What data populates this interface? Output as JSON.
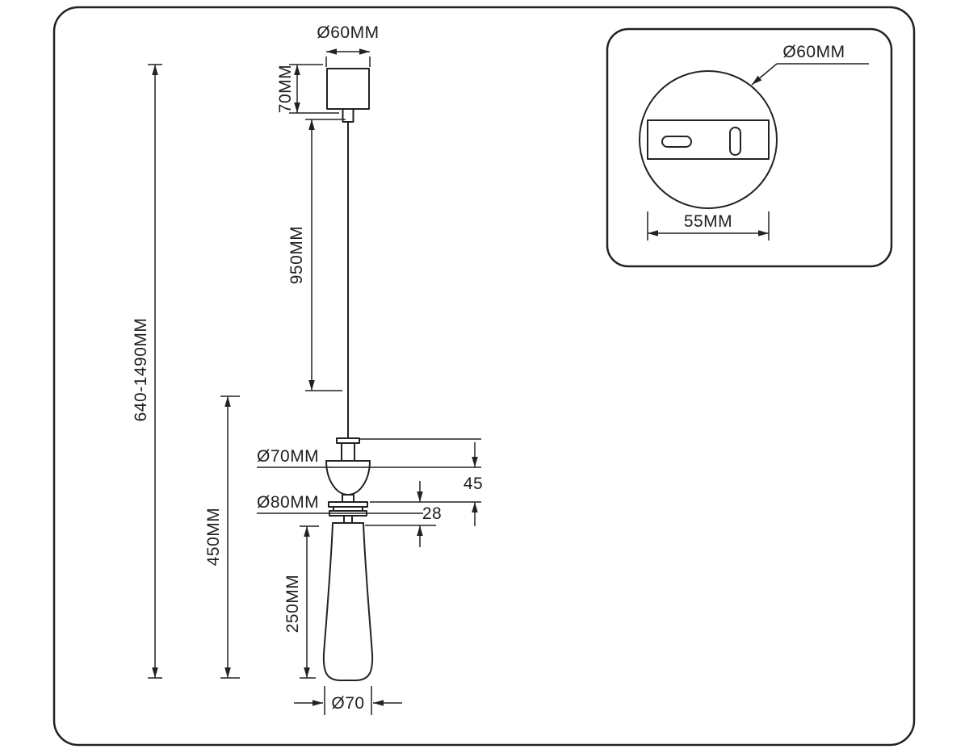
{
  "dims": {
    "canopy_diameter": "Ø60MM",
    "canopy_height": "70MM",
    "cord_length": "950MM",
    "overall_height": "640-1490MM",
    "body_height": "450MM",
    "holder_diameter": "Ø70MM",
    "plate_diameter": "Ø80MM",
    "holder_height": "45",
    "plate_height": "28",
    "shade_height": "250MM",
    "shade_diameter": "Ø70"
  },
  "inset": {
    "canopy_diameter": "Ø60MM",
    "bracket_width": "55MM"
  },
  "colors": {
    "line": "#222222",
    "background": "#ffffff"
  }
}
